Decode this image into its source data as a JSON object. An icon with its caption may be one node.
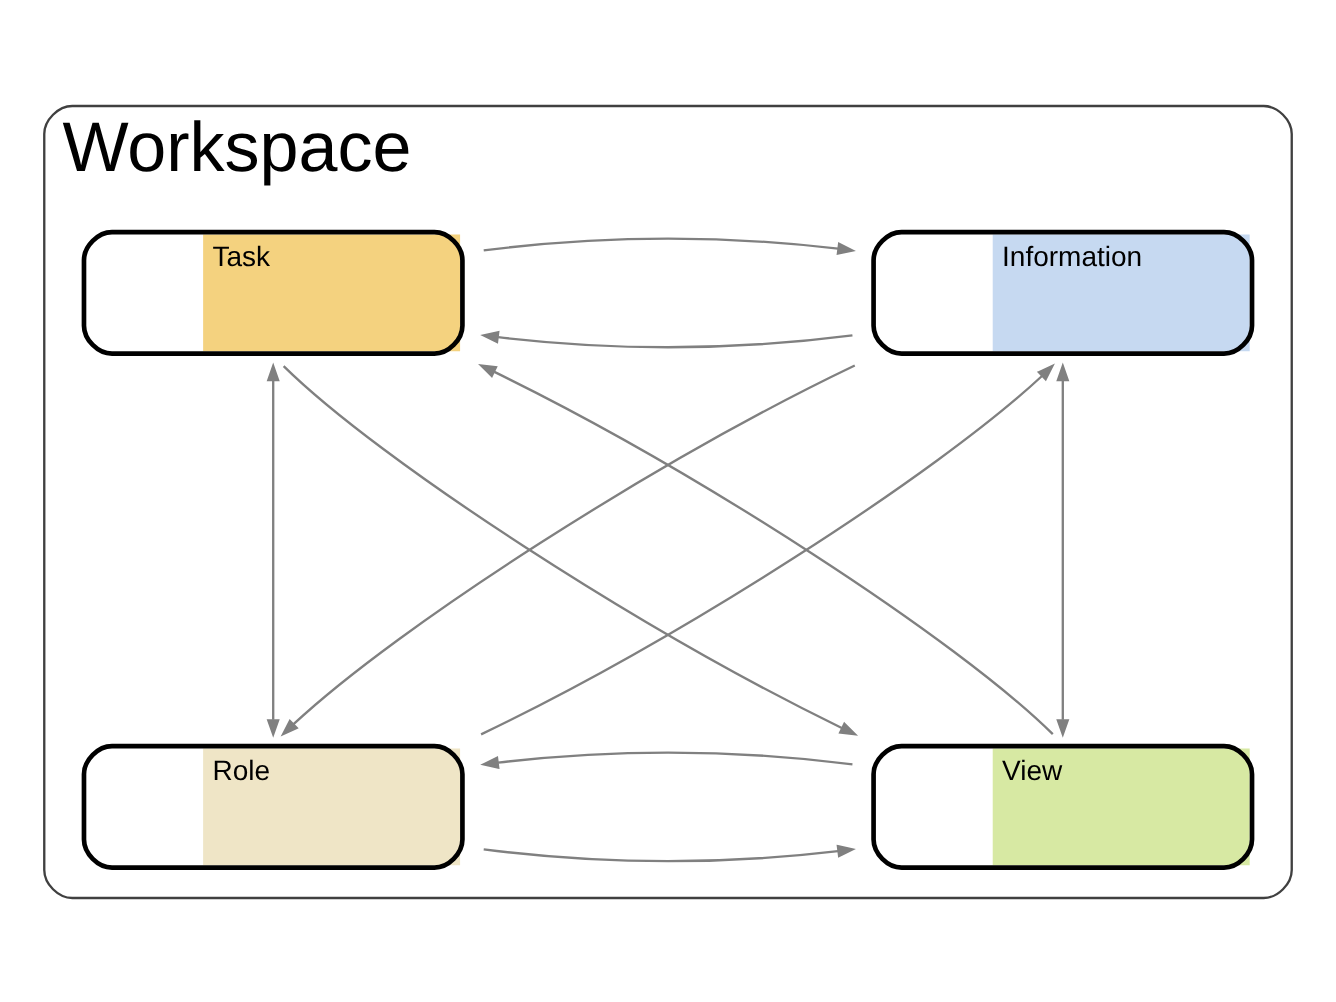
{
  "diagram": {
    "nodes": [
      {
        "text": [
          "Workspace"
        ]
      },
      {
        "text": [
          "Information"
        ],
        "in": 0
      },
      {
        "text": [
          "Task"
        ],
        "in": 0
      },
      {
        "text": [
          "Role"
        ],
        "in": 0
      },
      {
        "text": [
          "View"
        ],
        "in": 0
      }
    ],
    "edges": [
      {
        "from": 1,
        "to": 2,
        "arrow": "to"
      },
      {
        "from": 2,
        "to": 1,
        "arrow": "to"
      },
      {
        "from": 1,
        "to": 3,
        "arrow": "to"
      },
      {
        "from": 3,
        "to": 1,
        "arrow": "to"
      },
      {
        "from": 2,
        "to": 4,
        "arrow": "to"
      },
      {
        "from": 4,
        "to": 2,
        "arrow": "to"
      },
      {
        "from": 3,
        "to": 4,
        "arrow": "to"
      },
      {
        "from": 4,
        "to": 3,
        "arrow": "to"
      },
      {
        "from": 1,
        "to": 4,
        "arrow": "both"
      },
      {
        "from": 2,
        "to": 3,
        "arrow": "both"
      }
    ]
  }
}
